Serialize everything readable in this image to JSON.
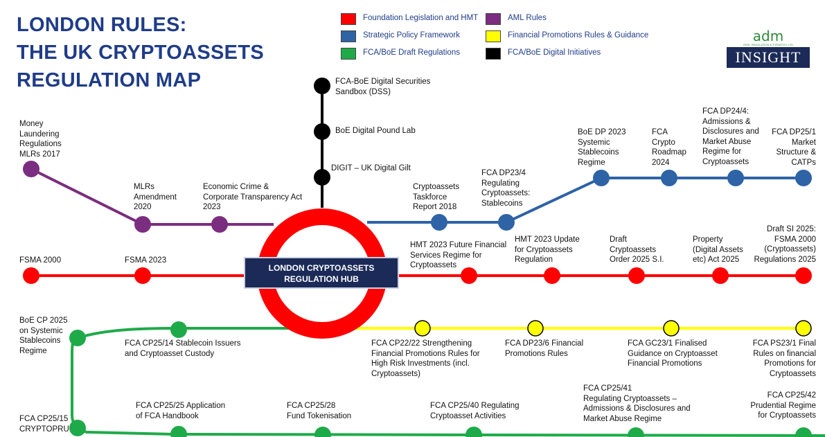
{
  "title": {
    "line1": "LONDON RULES:",
    "line2": "THE UK CRYPTOASSETS",
    "line3": "REGULATION MAP"
  },
  "legend": [
    {
      "label": "Foundation Legislation and HMT",
      "color": "#ff0000"
    },
    {
      "label": "Strategic Policy Framework",
      "color": "#2e63a6"
    },
    {
      "label": "FCA/BoE Draft Regulations",
      "color": "#1faa4a"
    },
    {
      "label": "AML Rules",
      "color": "#7b2d7f"
    },
    {
      "label": "Financial Promotions Rules & Guidance",
      "color": "#ffff00"
    },
    {
      "label": "FCA/BoE Digital Initiatives",
      "color": "#000000"
    }
  ],
  "logo": {
    "brand": "adm",
    "tagline": "RISK, REGULATION & STRATEGY LTD",
    "name": "INSIGHT"
  },
  "hub": {
    "line1": "LONDON  CRYPTOASSETS",
    "line2": "REGULATION HUB"
  },
  "colors": {
    "red": "#ff0000",
    "blue": "#2e63a6",
    "green": "#1faa4a",
    "purple": "#7b2d7f",
    "yellow": "#ffff00",
    "black": "#000000",
    "navy": "#1b2a57",
    "title": "#1f3c88"
  },
  "lines": {
    "digital": [
      "FCA-BoE Digital Securities Sandbox (DSS)",
      "BoE Digital Pound Lab",
      "DIGIT – UK Digital Gilt"
    ],
    "aml": [
      "Money Laundering Regulations MLRs 2017",
      "MLRs Amendment 2020",
      "Economic Crime & Corporate Transparency Act 2023"
    ],
    "strategy": [
      "Cryptoassets Taskforce Report 2018",
      "FCA DP23/4 Regulating Cryptoassets: Stablecoins",
      "BoE DP 2023 Systemic Stablecoins Regime",
      "FCA Crypto Roadmap 2024",
      "FCA DP24/4: Admissions & Disclosures and Market Abuse Regime for Cryptoassets",
      "FCA DP25/1 Market Structure & CATPs"
    ],
    "foundation": [
      "FSMA 2000",
      "FSMA 2023",
      "HMT 2023 Future Financial Services Regime for Cryptoassets",
      "HMT 2023 Update for Cryptoassets Regulation",
      "Draft Cryptoassets Order 2025 S.I.",
      "Property (Digital Assets etc) Act 2025",
      "Draft SI 2025: FSMA 2000 (Cryptoassets) Regulations 2025"
    ],
    "promotions": [
      "FCA CP22/22 Strengthening Financial Promotions Rules for High Risk Investments (incl. Cryptoassets)",
      "FCA DP23/6 Financial Promotions Rules",
      "FCA GC23/1 Finalised Guidance on Cryptoasset Financial Promotions",
      "FCA PS23/1 Final Rules on financial Promotions for Cryptoassets"
    ],
    "draft": [
      "BoE CP 2025 on Systemic Stablecoins Regime",
      "FCA CP25/14 Stablecoin Issuers and Cryptoasset Custody",
      "FCA CP25/15 CRYPTOPRU",
      "FCA CP25/25 Application of FCA Handbook",
      "FCA CP25/28 Fund Tokenisation",
      "FCA CP25/40 Regulating Cryptoasset Activities",
      "FCA CP25/41 Regulating Cryptoassets – Admissions & Disclosures and Market Abuse Regime",
      "FCA CP25/42 Prudential Regime for Cryptoassets"
    ]
  }
}
